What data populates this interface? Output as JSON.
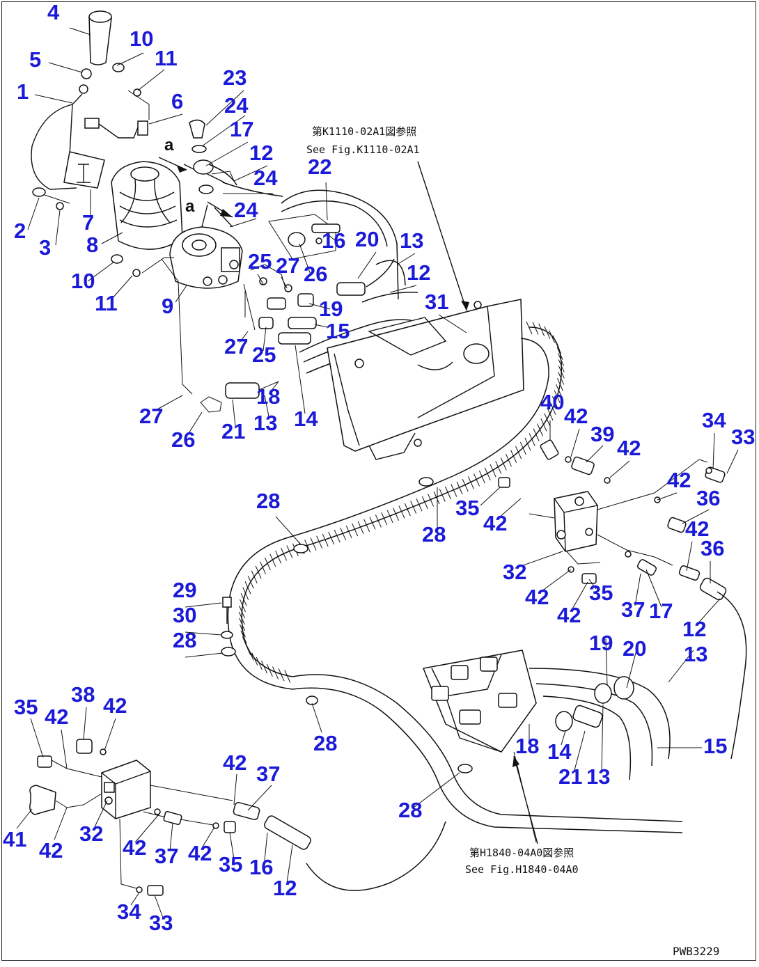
{
  "drawing_code": "PWB3229",
  "references": [
    {
      "jp": "第K1110-02A1図参照",
      "en": "See Fig.K1110-02A1"
    },
    {
      "jp": "第H1840-04A0図参照",
      "en": "See Fig.H1840-04A0"
    }
  ],
  "view_markers": [
    "a",
    "a"
  ],
  "callouts": [
    "4",
    "5",
    "10",
    "11",
    "1",
    "23",
    "6",
    "24",
    "17",
    "12",
    "24",
    "22",
    "24",
    "2",
    "3",
    "7",
    "8",
    "16",
    "20",
    "13",
    "10",
    "11",
    "9",
    "25",
    "27",
    "26",
    "12",
    "19",
    "31",
    "27",
    "25",
    "15",
    "27",
    "26",
    "21",
    "13",
    "18",
    "14",
    "40",
    "42",
    "39",
    "34",
    "33",
    "42",
    "42",
    "36",
    "35",
    "42",
    "28",
    "28",
    "42",
    "32",
    "36",
    "42",
    "35",
    "42",
    "37",
    "17",
    "12",
    "29",
    "30",
    "28",
    "19",
    "20",
    "13",
    "35",
    "38",
    "42",
    "42",
    "28",
    "18",
    "14",
    "15",
    "21",
    "13",
    "42",
    "37",
    "41",
    "42",
    "32",
    "42",
    "37",
    "42",
    "35",
    "16",
    "28",
    "12",
    "34",
    "33"
  ],
  "colors": {
    "callout": "#1a1ad8",
    "line": "#111111",
    "background": "#ffffff"
  }
}
